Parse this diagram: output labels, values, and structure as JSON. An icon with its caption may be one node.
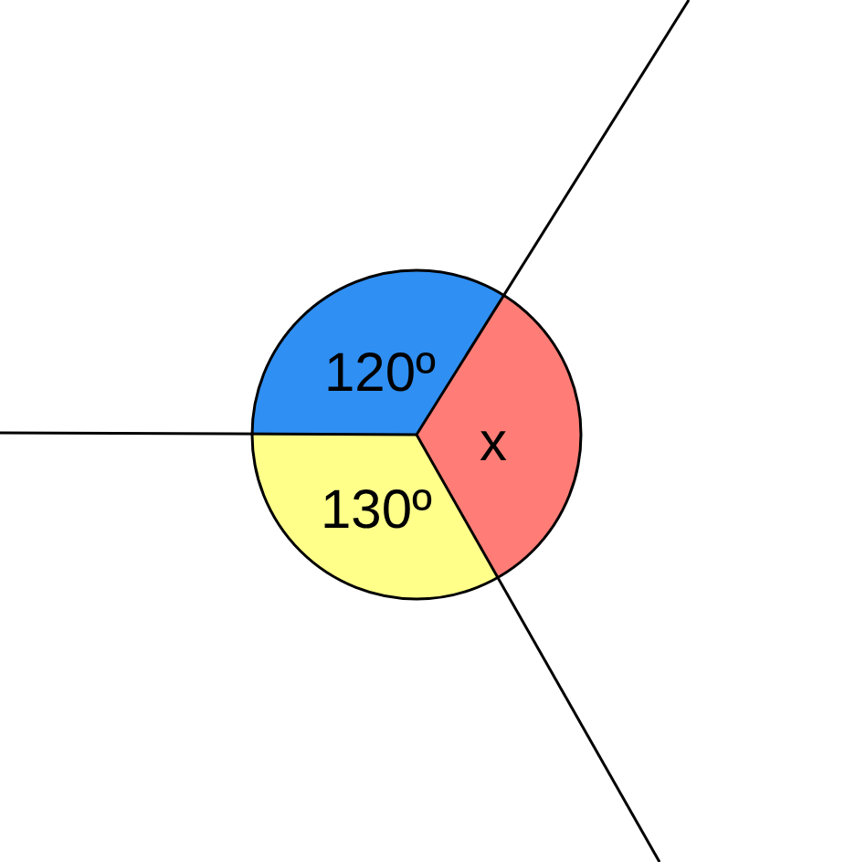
{
  "diagram": {
    "labels": [
      "120º",
      "x",
      "130º"
    ]
  }
}
